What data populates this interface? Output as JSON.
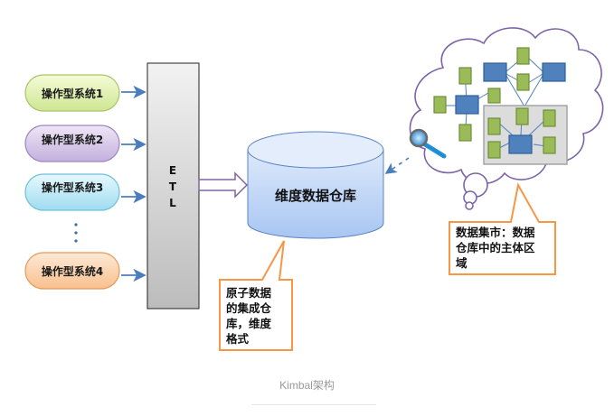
{
  "diagram": {
    "sources": [
      {
        "label": "操作型系统1",
        "color_top": "#f4fbd8",
        "color_bottom": "#cfe692",
        "stroke": "#a9c46a"
      },
      {
        "label": "操作型系统2",
        "color_top": "#efe6f6",
        "color_bottom": "#c3b0de",
        "stroke": "#9a86c0"
      },
      {
        "label": "操作型系统3",
        "color_top": "#e6f8fd",
        "color_bottom": "#9fdcf1",
        "stroke": "#6fbfdc"
      },
      {
        "label": "操作型系统4",
        "color_top": "#fde9d7",
        "color_bottom": "#f9c08e",
        "stroke": "#e69a5a"
      }
    ],
    "ellipsis": "⋮",
    "etl": {
      "letters": [
        "E",
        "T",
        "L"
      ]
    },
    "warehouse": {
      "label": "维度数据仓库"
    },
    "warehouse_callout": {
      "lines": [
        "原子数据",
        "的集成仓",
        "库，维度",
        "格式"
      ]
    },
    "mart_callout": {
      "lines": [
        "数据集市：数据",
        "仓库中的主体区",
        "域"
      ]
    },
    "icons": {
      "magnifier": "magnifier-icon"
    },
    "colors": {
      "arrow": "#4a7ebb",
      "callout_border": "#f79646",
      "cloud_stroke": "#7b64a8",
      "blue_node": "#4f81bd",
      "green_node": "#9bbb59",
      "etl_arrow": "#8064a2"
    }
  },
  "caption": "Kimbal架构"
}
